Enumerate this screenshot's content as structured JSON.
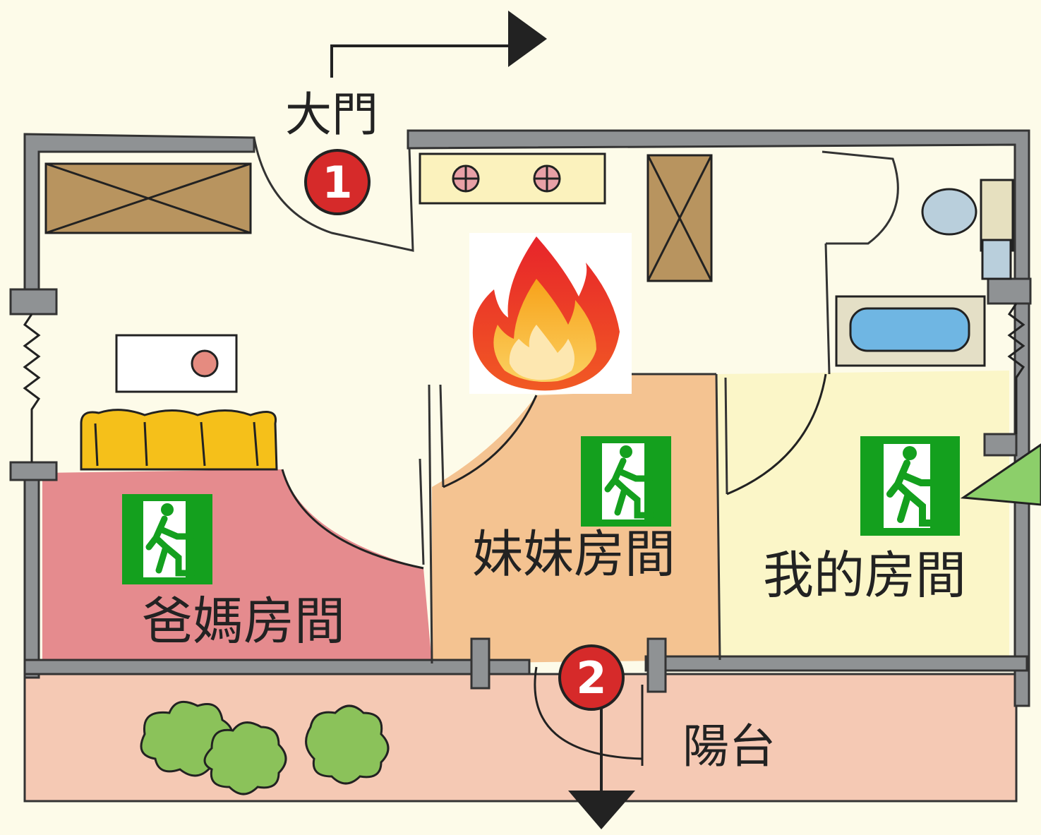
{
  "labels": {
    "main_door": "大門",
    "parents_room": "爸媽房間",
    "sister_room": "妹妹房間",
    "my_room": "我的房間",
    "balcony": "陽台"
  },
  "markers": {
    "exit_1": "1",
    "exit_2": "2"
  },
  "colors": {
    "background": "#fdfbe9",
    "wall": "#8f9294",
    "parents_room": "#e58b8e",
    "sister_room": "#f4c391",
    "my_room": "#fbf6c8",
    "balcony": "#f5c9b4",
    "marker": "#d62a2a",
    "exit_sign": "#14a01e",
    "callout": "#8ccf6a"
  },
  "icons": [
    "fire-icon",
    "emergency-exit-icon",
    "exit-arrow-icon",
    "plant-icon",
    "bed-icon",
    "toilet-icon",
    "bathtub-icon",
    "stove-icon",
    "cabinet-icon"
  ]
}
